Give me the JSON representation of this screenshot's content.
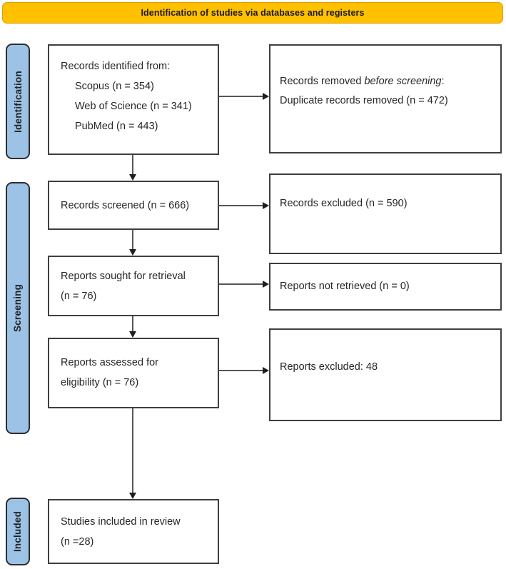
{
  "banner": {
    "title": "Identification of studies via databases and registers"
  },
  "sidebar": {
    "identification": "Identification",
    "screening": "Screening",
    "included": "Included"
  },
  "boxes": {
    "records_identified": {
      "line1": "Records identified from:",
      "items": [
        "Scopus (n = 354)",
        "Web of Science (n = 341)",
        "PubMed (n = 443)"
      ]
    },
    "records_removed": {
      "line1_prefix": "Records removed ",
      "line1_italic": "before screening",
      "line1_suffix": ":",
      "line2": "Duplicate records removed (n = 472)"
    },
    "records_screened": {
      "line1": "Records screened (n = 666)"
    },
    "records_excluded": {
      "line1": "Records excluded (n = 590)"
    },
    "reports_sought": {
      "line1": "Reports sought for retrieval",
      "line2": "(n = 76)"
    },
    "reports_not_retrieved": {
      "line1": "Reports not retrieved (n = 0)"
    },
    "reports_assessed": {
      "line1": "Reports assessed for",
      "line2": "eligibility (n = 76)"
    },
    "reports_excluded": {
      "line1": "Reports excluded: 48"
    },
    "studies_included": {
      "line1": "Studies included in review",
      "line2": "(n =28)"
    }
  },
  "colors": {
    "banner_bg": "#FFC000",
    "banner_border": "#DA9F00",
    "tab_bg": "#9CC2E5",
    "box_border": "#3F3F3F",
    "text": "#262626",
    "arrow": "#1F1F1F"
  }
}
